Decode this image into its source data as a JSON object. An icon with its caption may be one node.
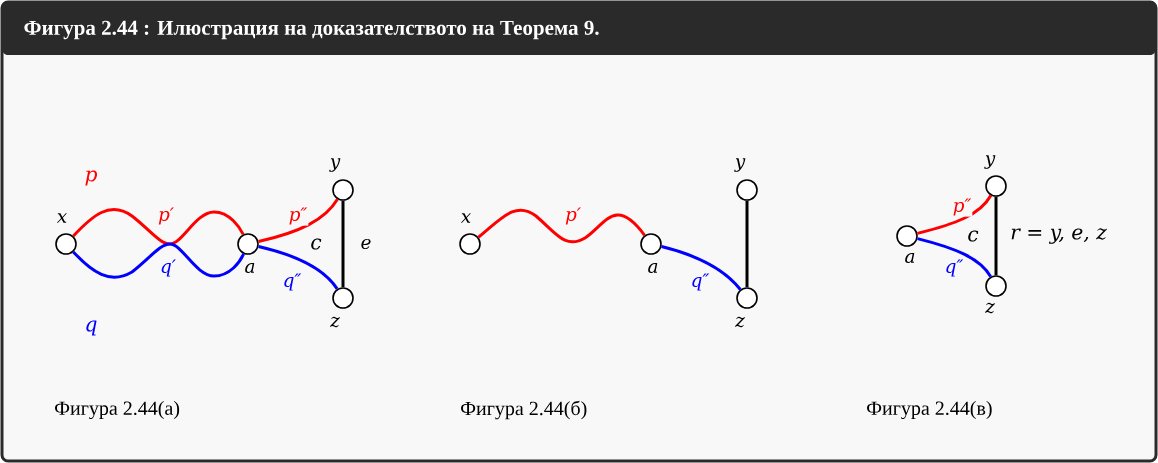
{
  "diagram": {
    "title": "Фигура 2.44 : Илюстрация на доказателството на Теорема 9.",
    "nodes": [
      {
        "text": [],
        "shape": "circle",
        "beside": [
          "x"
        ]
      },
      {
        "text": [],
        "shape": "circle",
        "beside": [
          "a"
        ]
      },
      {
        "text": [],
        "shape": "circle",
        "beside": [
          "y"
        ]
      },
      {
        "text": [],
        "shape": "circle",
        "beside": [
          "z"
        ]
      },
      {
        "text": [],
        "shape": "circle",
        "beside": [
          "x"
        ]
      },
      {
        "text": [],
        "shape": "circle",
        "beside": [
          "a"
        ]
      },
      {
        "text": [],
        "shape": "circle",
        "beside": [
          "y"
        ]
      },
      {
        "text": [],
        "shape": "circle",
        "beside": [
          "z"
        ]
      },
      {
        "text": [],
        "shape": "circle",
        "beside": [
          "a"
        ]
      },
      {
        "text": [],
        "shape": "circle",
        "beside": [
          "y"
        ]
      },
      {
        "text": [],
        "shape": "circle",
        "beside": [
          "z"
        ]
      }
    ],
    "edges": [
      {
        "from": 0,
        "to": 1,
        "arrow": "none",
        "label": "p′",
        "color": "#ff0000"
      },
      {
        "from": 0,
        "to": 1,
        "arrow": "none",
        "label": "q′",
        "color": "#0000ff"
      },
      {
        "from": 1,
        "to": 2,
        "arrow": "none",
        "label": "p″",
        "color": "#ff0000"
      },
      {
        "from": 1,
        "to": 3,
        "arrow": "none",
        "label": "q″",
        "color": "#0000ff"
      },
      {
        "from": 2,
        "to": 3,
        "arrow": "none",
        "label": "e",
        "color": "#000000"
      },
      {
        "from": 4,
        "to": 5,
        "arrow": "none",
        "label": "p′",
        "color": "#ff0000"
      },
      {
        "from": 5,
        "to": 7,
        "arrow": "none",
        "label": "q″",
        "color": "#0000ff"
      },
      {
        "from": 6,
        "to": 7,
        "arrow": "none",
        "color": "#000000"
      },
      {
        "from": 8,
        "to": 9,
        "arrow": "none",
        "label": "p″",
        "color": "#ff0000"
      },
      {
        "from": 8,
        "to": 10,
        "arrow": "none",
        "label": "q″",
        "color": "#0000ff"
      },
      {
        "from": 9,
        "to": 10,
        "arrow": "none",
        "color": "#000000"
      }
    ],
    "labels": [
      "p",
      "c",
      "q",
      "c",
      "r = y, e, z",
      "Фигура 2.44(а)",
      "Фигура 2.44(б)",
      "Фигура 2.44(в)"
    ]
  }
}
